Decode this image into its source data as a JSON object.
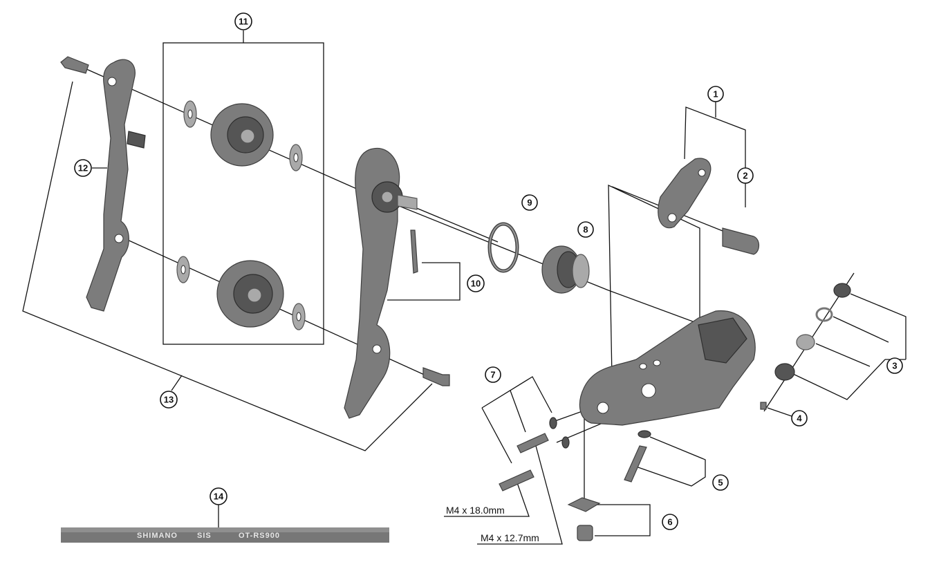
{
  "callouts": {
    "c1": "1",
    "c2": "2",
    "c3": "3",
    "c4": "4",
    "c5": "5",
    "c6": "6",
    "c7": "7",
    "c8": "8",
    "c9": "9",
    "c10": "10",
    "c11": "11",
    "c12": "12",
    "c13": "13",
    "c14": "14"
  },
  "dimensions": {
    "bolt_long": "M4 x 18.0mm",
    "bolt_short": "M4 x 12.7mm"
  },
  "cable": {
    "brand": "SHIMANO",
    "series": "SIS",
    "model": "OT-RS900"
  },
  "colors": {
    "metal": "#7c7c7c",
    "metal_dark": "#555555",
    "line": "#111111",
    "background": "#ffffff"
  }
}
